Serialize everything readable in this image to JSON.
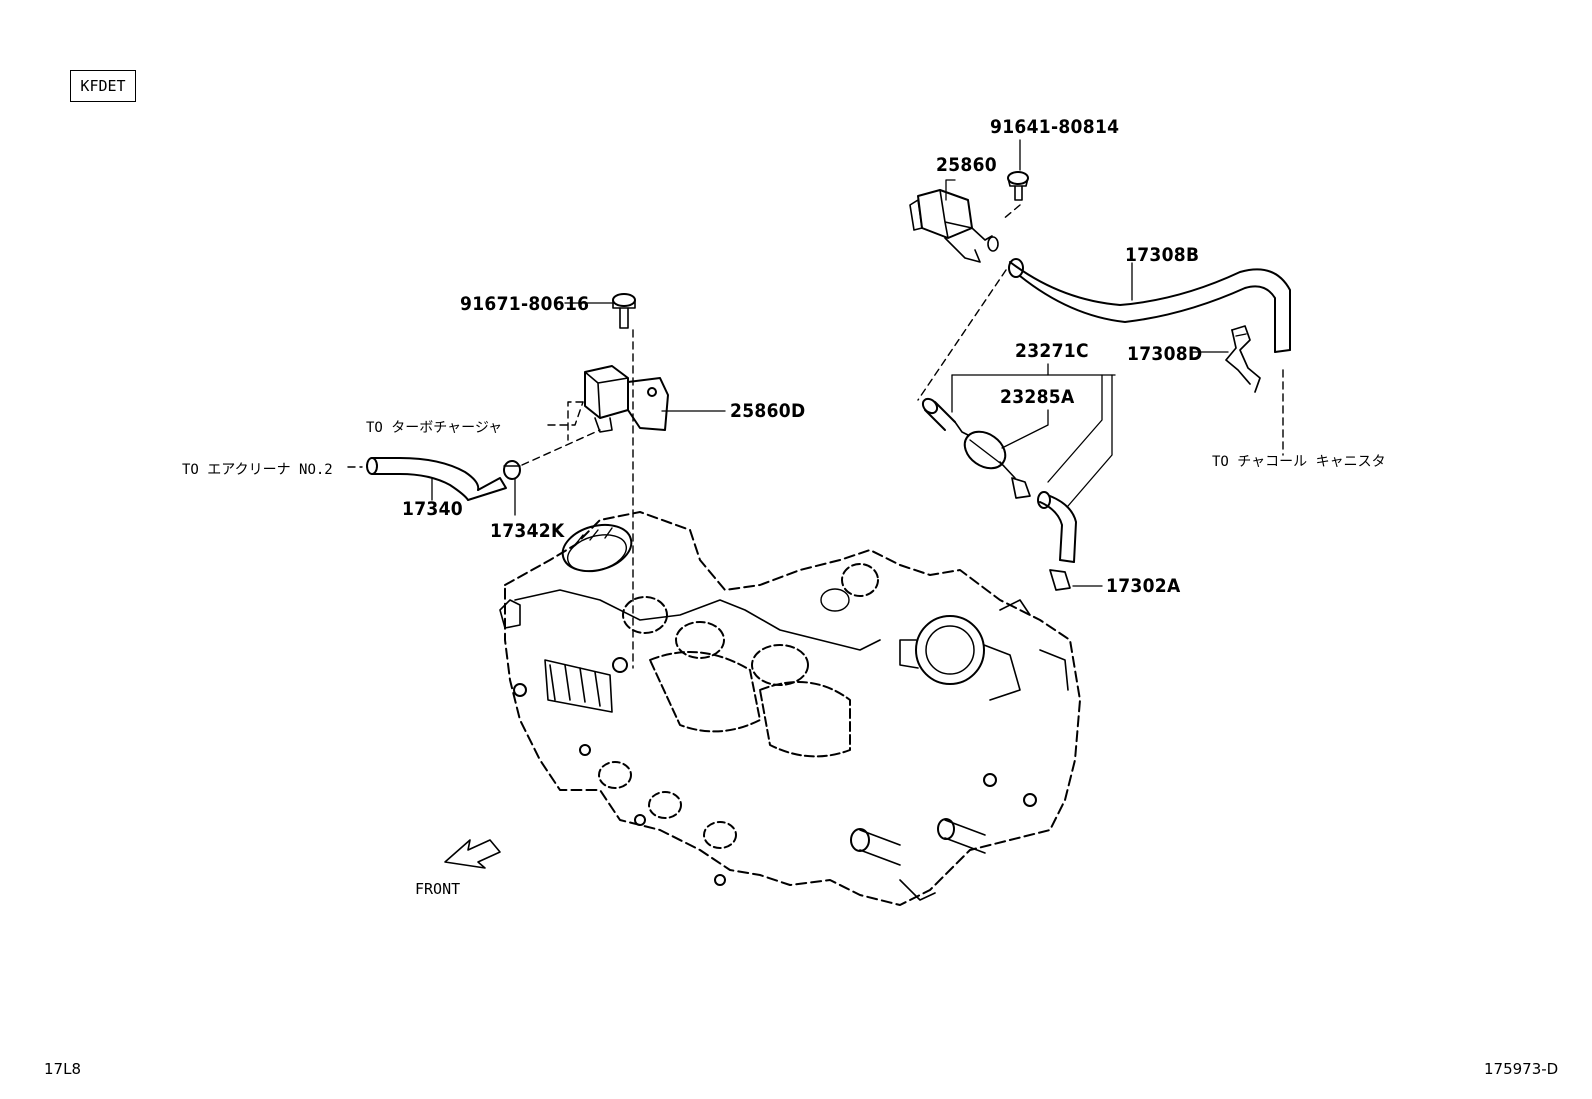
{
  "engine_code": "KFDET",
  "parts": {
    "p91641": "91641-80814",
    "p25860": "25860",
    "p17308B": "17308B",
    "p91671": "91671-80616",
    "p23271C": "23271C",
    "p17308D": "17308D",
    "p23285A": "23285A",
    "p25860D": "25860D",
    "p17340": "17340",
    "p17342K": "17342K",
    "p17302A": "17302A"
  },
  "notes": {
    "to_turbo": "TO ターボチャージャ",
    "to_air_cleaner": "TO エアクリーナ NO.2",
    "to_canister": "TO チャコール キャニスタ",
    "front": "FRONT"
  },
  "footer": {
    "left_code": "17L8",
    "right_code": "175973-D"
  },
  "icons": [
    "front-arrow-icon"
  ]
}
